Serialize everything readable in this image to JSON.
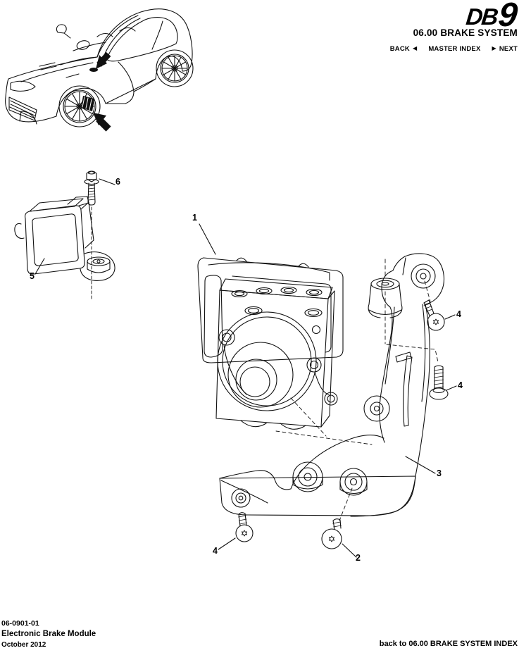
{
  "header": {
    "logo_db": "DB",
    "logo_9": "9",
    "section_title": "06.00 BRAKE SYSTEM",
    "nav_back": "BACK",
    "nav_back_arrow": "◀",
    "nav_master": "MASTER INDEX",
    "nav_next_arrow": "▶",
    "nav_next": "NEXT"
  },
  "figure": {
    "callouts": {
      "c1": "1",
      "c2": "2",
      "c3": "3",
      "c4a": "4",
      "c4b": "4",
      "c4c": "4",
      "c5": "5",
      "c6": "6"
    }
  },
  "footer": {
    "doc_number": "06-0901-01",
    "doc_title": "Electronic Brake Module",
    "date": "October 2012",
    "index_link": "back to 06.00 BRAKE SYSTEM INDEX"
  },
  "colors": {
    "ink": "#111111",
    "paper": "#ffffff"
  }
}
